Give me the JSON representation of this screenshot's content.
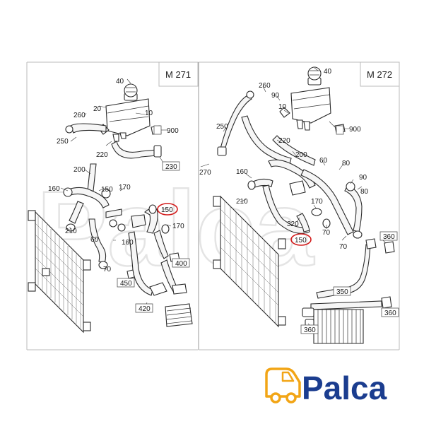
{
  "watermark": {
    "text": "Palca"
  },
  "panels": [
    {
      "model_label": "M 271"
    },
    {
      "model_label": "M 272"
    }
  ],
  "labels_m271": [
    "40",
    "20",
    "10",
    "260",
    "900",
    "250",
    "220",
    "230",
    "200",
    "160",
    "150",
    "170",
    "150",
    "170",
    "210",
    "60",
    "160",
    "70",
    "400",
    "450",
    "420"
  ],
  "labels_m272": [
    "40",
    "260",
    "90",
    "10",
    "250",
    "900",
    "220",
    "200",
    "270",
    "60",
    "80",
    "160",
    "90",
    "80",
    "210",
    "170",
    "320",
    "70",
    "150",
    "70",
    "360",
    "350",
    "360",
    "360"
  ],
  "highlighted_part": "150",
  "logo": {
    "text": "Palca",
    "colors": {
      "text": "#1b3d8f",
      "van_outline": "#f2a516",
      "van_fill": "#ffffff"
    },
    "icon": "van-icon"
  },
  "colors": {
    "highlight": "#d31a1a",
    "line": "#2a2a2a",
    "frame": "#bbbbbb"
  }
}
